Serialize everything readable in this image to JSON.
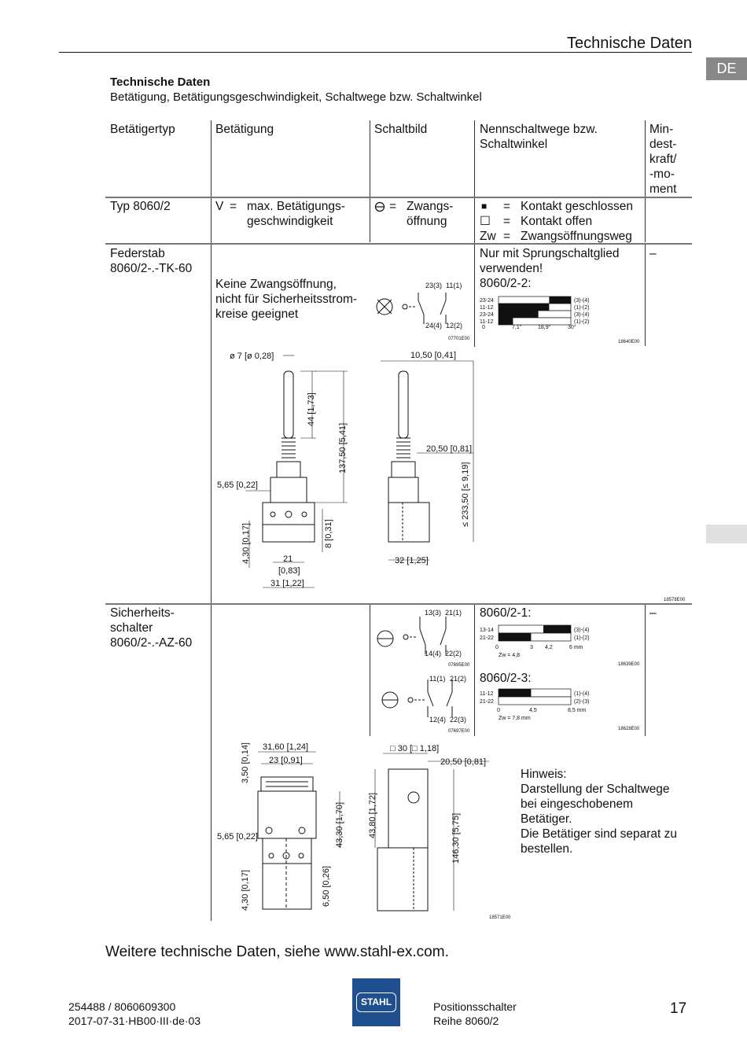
{
  "header": {
    "title": "Technische Daten",
    "lang_tab": "DE"
  },
  "section": {
    "title": "Technische Daten",
    "subtitle": "Betätigung, Betätigungsgeschwindigkeit, Schaltwege bzw. Schaltwinkel"
  },
  "table": {
    "headers": {
      "col1": "Betätigertyp",
      "col2": "Betätigung",
      "col3": "Schaltbild",
      "col4a": "Nennschaltwege bzw.",
      "col4b": "Schaltwinkel",
      "col5": [
        "Min-",
        "dest-",
        "kraft/",
        "-mo-",
        "ment"
      ]
    },
    "legend_row": {
      "type": "Typ 8060/2",
      "v_key": "V",
      "v_eq": "=",
      "v_text1": "max. Betätigungs-",
      "v_text2": "geschwindigkeit",
      "zw_eq": "=",
      "zw_text1": "Zwangs-",
      "zw_text2": "öffnung",
      "closed_sym": "■",
      "closed_eq": "=",
      "closed_text": "Kontakt geschlossen",
      "open_sym": "☐",
      "open_eq": "=",
      "open_text": "Kontakt offen",
      "zwo_key": "Zw",
      "zwo_eq": "=",
      "zwo_text": "Zwangsöffnungsweg"
    },
    "row1": {
      "type1": "Federstab",
      "type2": "8060/2-.-TK-60",
      "act1": "Keine Zwangsöffnung,",
      "act2": "nicht für Sicherheitsstrom-",
      "act3": "kreise geeignet",
      "note1": "Nur mit Sprungschaltglied",
      "note2": "verwenden!",
      "variant": "8060/2-2:",
      "force": "–",
      "schematic": {
        "top_left": "23(3)",
        "top_right": "11(1)",
        "bot_left": "24(4)",
        "bot_right": "12(2)",
        "code": "07701E00"
      },
      "chart": {
        "rows": [
          "23-24",
          "11-12",
          "23-24",
          "11-12"
        ],
        "right": [
          "(3)-(4)",
          "(1)-(2)",
          "(3)-(4)",
          "(1)-(2)"
        ],
        "ticks": [
          "0",
          "7,1°",
          "18,9°",
          "30°"
        ],
        "code": "18640E00"
      },
      "dims": {
        "d_rod": "ø 7 [ø 0,28]",
        "w_side": "10,50 [0,41]",
        "h_rod": "44 [1,73]",
        "h_total": "137,50 [5,41]",
        "w_20": "20,50 [0,81]",
        "w_565": "5,65 [0,22]",
        "h_233": "≤ 233,50 [≤ 9,19]",
        "h_430": "4,30 [0,17]",
        "h_8": "8 [0,31]",
        "w_21": "21",
        "w_21b": "[0,83]",
        "w_31": "31 [1,22]",
        "w_32": "32 [1,25]",
        "code": "18578E00"
      }
    },
    "row2": {
      "type1": "Sicherheits-",
      "type2": "schalter",
      "type3": "8060/2-.-AZ-60",
      "force": "–",
      "variant1": "8060/2-1:",
      "variant2": "8060/2-3:",
      "schem1": {
        "top_left": "13(3)",
        "top_right": "21(1)",
        "bot_left": "14(4)",
        "bot_right": "22(2)",
        "code": "07695E00"
      },
      "schem2": {
        "top_left": "11(1)",
        "top_right": "21(2)",
        "bot_left": "12(4)",
        "bot_right": "22(3)",
        "code": "07697E00"
      },
      "chart1": {
        "rows": [
          "13-14",
          "21-22"
        ],
        "right": [
          "(3)-(4)",
          "(1)-(2)"
        ],
        "ticks": [
          "0",
          "3",
          "4,2",
          "6 mm"
        ],
        "zw": "Zw = 4,8",
        "code": "18639E00"
      },
      "chart2": {
        "rows": [
          "11-12",
          "21-22"
        ],
        "right": [
          "(1)-(4)",
          "(2)-(3)"
        ],
        "ticks": [
          "0",
          "4,5",
          "8,5 mm"
        ],
        "zw": "Zw = 7,8 mm",
        "code": "18628E00"
      },
      "dims": {
        "h_350": "3,50 [0,14]",
        "w_3160": "31,60 [1,24]",
        "w_23": "23 [0,91]",
        "w_30": "□ 30 [□ 1,18]",
        "w_2050": "20,50 [0,81]",
        "w_565": "5,65 [0,22]",
        "h_4330": "43,30 [1,70]",
        "h_4380": "43,80 [1,72]",
        "h_14630": "146,30 [5,75]",
        "h_430": "4,30 [0,17]",
        "h_650": "6,50 [0,26]",
        "code": "18571E00"
      },
      "hint_title": "Hinweis:",
      "hint_lines": [
        "Darstellung der Schaltwege",
        "bei eingeschobenem",
        "Betätiger.",
        "Die Betätiger sind separat zu",
        "bestellen."
      ]
    }
  },
  "footer": {
    "note": "Weitere technische Daten, siehe www.stahl-ex.com.",
    "doc_no": "254488 / 8060609300",
    "doc_date": "2017-07-31·HB00·III·de·03",
    "product1": "Positionsschalter",
    "product2": "Reihe 8060/2",
    "page": "17",
    "logo": "STAHL"
  }
}
